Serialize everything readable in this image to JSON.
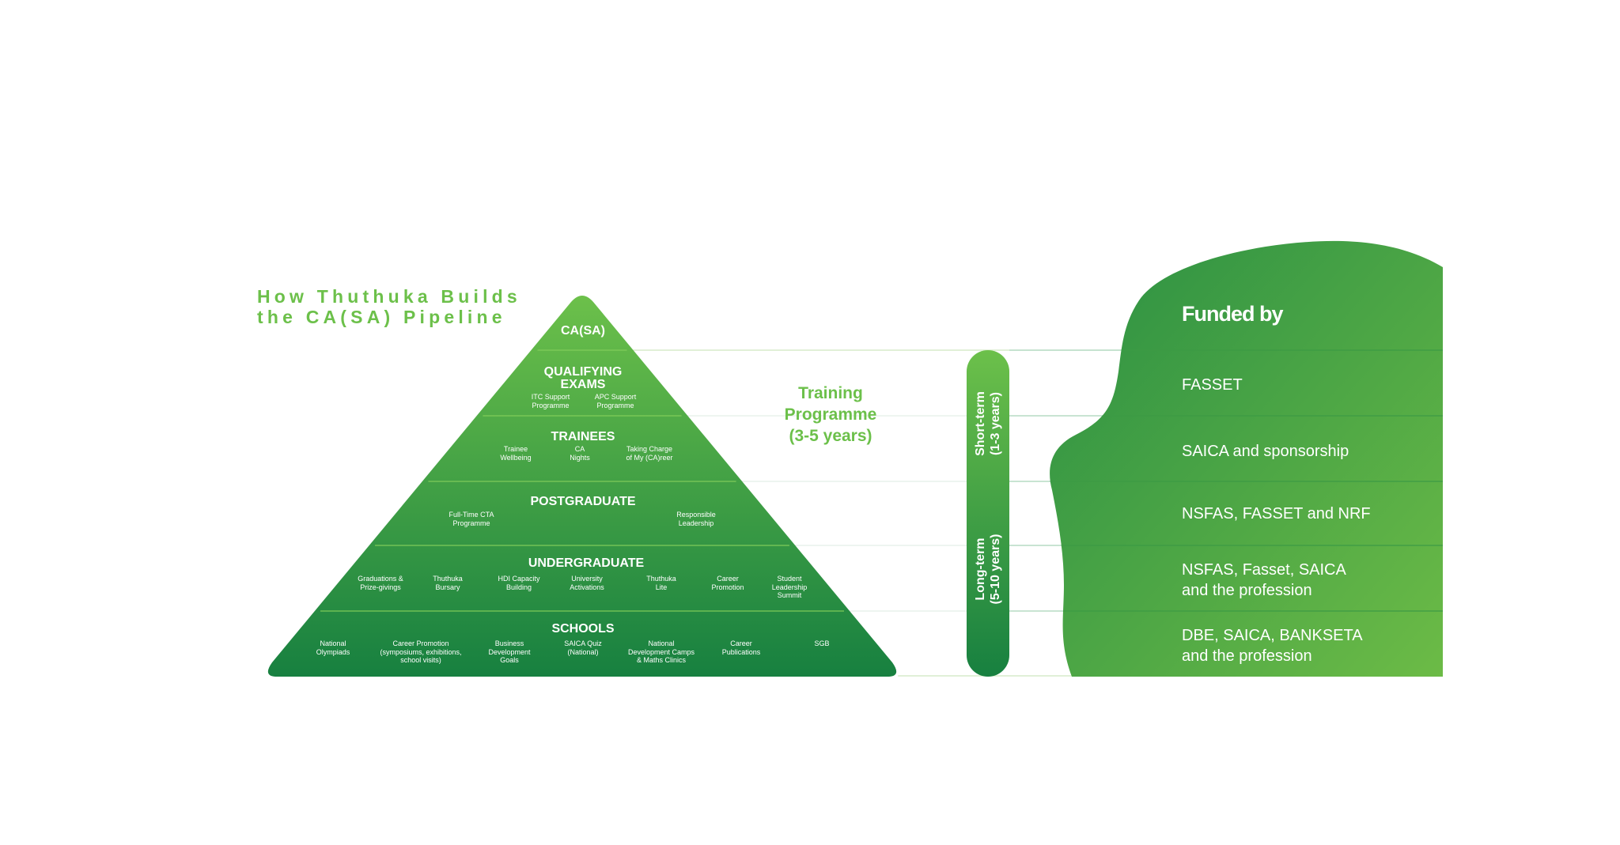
{
  "title": {
    "line1": "How Thuthuka Builds",
    "line2": "the CA(SA) Pipeline"
  },
  "pyramid": {
    "levels": [
      {
        "title": "CA(SA)",
        "items": []
      },
      {
        "title": "QUALIFYING\nEXAMS",
        "items": [
          "ITC Support\nProgramme",
          "APC Support\nProgramme"
        ]
      },
      {
        "title": "TRAINEES",
        "items": [
          "Trainee\nWellbeing",
          "CA\nNights",
          "Taking Charge\nof My (CA)reer"
        ]
      },
      {
        "title": "POSTGRADUATE",
        "items": [
          "Full-Time CTA\nProgramme",
          "Responsible\nLeadership"
        ]
      },
      {
        "title": "UNDERGRADUATE",
        "items": [
          "Graduations &\nPrize-givings",
          "Thuthuka\nBursary",
          "HDI Capacity\nBuilding",
          "University\nActivations",
          "Thuthuka\nLite",
          "Career\nPromotion",
          "Student\nLeadership\nSummit"
        ]
      },
      {
        "title": "SCHOOLS",
        "items": [
          "National\nOlympiads",
          "Career Promotion\n(symposiums, exhibitions,\nschool visits)",
          "Business\nDevelopment\nGoals",
          "SAICA Quiz\n(National)",
          "National\nDevelopment Camps\n& Maths Clinics",
          "Career\nPublications",
          "SGB"
        ]
      }
    ]
  },
  "training": {
    "line1": "Training",
    "line2": "Programme",
    "line3": "(3-5 years)"
  },
  "timeline": {
    "short_term": {
      "line1": "Short-term",
      "line2": "(1-3 years)"
    },
    "long_term": {
      "line1": "Long-term",
      "line2": "(5-10 years)"
    }
  },
  "funded": {
    "heading": "Funded by",
    "rows": [
      "FASSET",
      "SAICA and sponsorship",
      "NSFAS, FASSET and NRF",
      "NSFAS, Fasset, SAICA\nand the profession",
      "DBE, SAICA, BANKSETA\nand the profession"
    ]
  },
  "colors": {
    "light_green": "#6cc04a",
    "mid_green": "#4aa447",
    "dark_green": "#178040",
    "line": "#b8dcc6"
  }
}
